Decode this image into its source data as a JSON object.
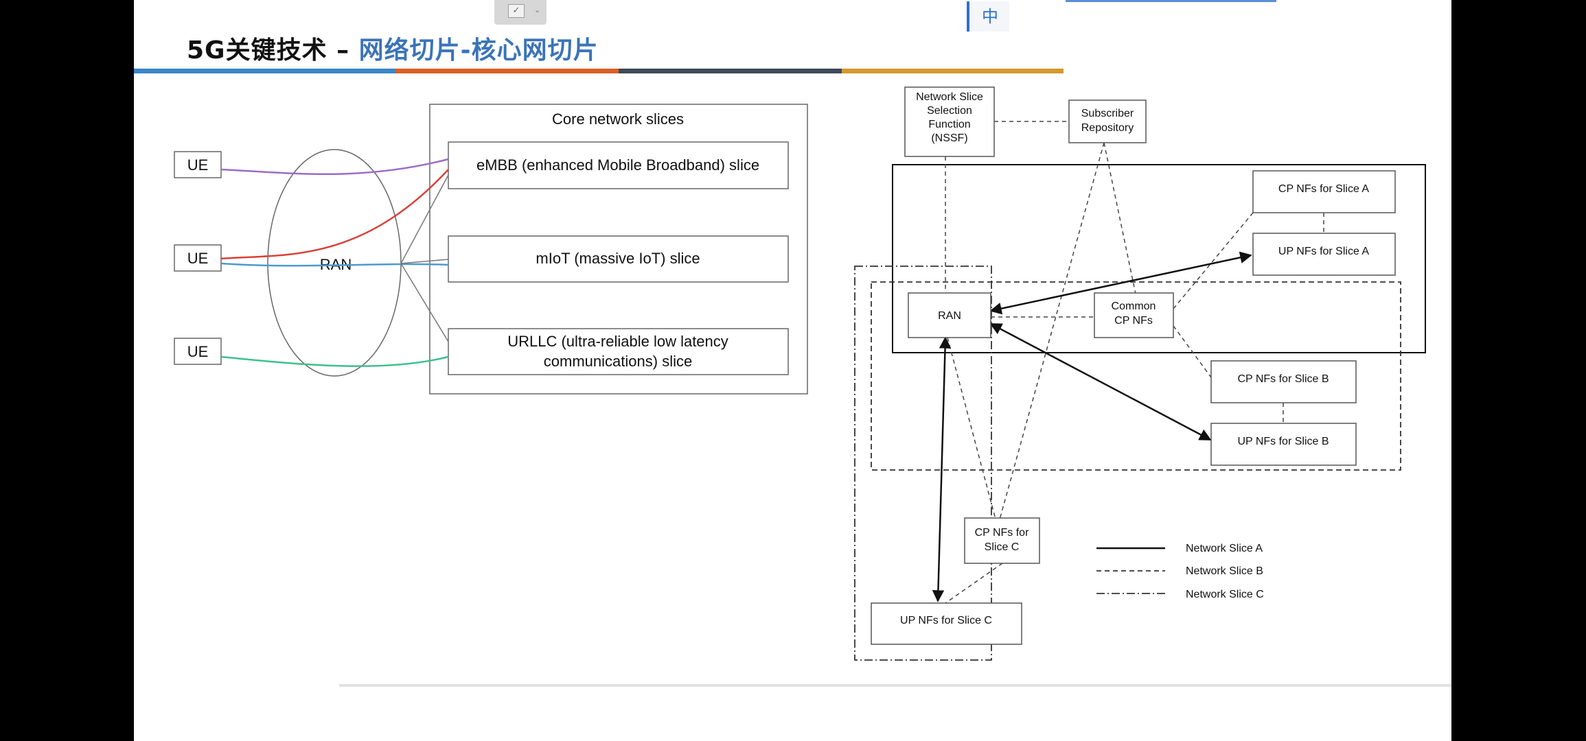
{
  "title": {
    "prefix": "5G关键技术 – ",
    "highlight": "网络切片-核心网切片"
  },
  "toolbar": {
    "ime_label": "中"
  },
  "colors": {
    "title_blue": "#3a74b8",
    "stripe": [
      "#3a86c8",
      "#d95f27",
      "#3d4a5c",
      "#d39a2e"
    ],
    "ue1_line": "#9b6bc6",
    "ue2_line_red": "#d9403a",
    "ue2_line_blue": "#4a9ad0",
    "ue3_line": "#3dbf8f"
  },
  "left_diagram": {
    "core_title": "Core network slices",
    "ran_label": "RAN",
    "ues": [
      "UE",
      "UE",
      "UE"
    ],
    "slices": [
      {
        "line1": "eMBB (enhanced Mobile Broadband) slice"
      },
      {
        "line1": "mIoT (massive IoT) slice"
      },
      {
        "line1": "URLLC (ultra-reliable low latency",
        "line2": "communications) slice"
      }
    ]
  },
  "right_diagram": {
    "nodes": {
      "nssf": [
        "Network Slice",
        "Selection",
        "Function",
        "(NSSF)"
      ],
      "subscriber": [
        "Subscriber",
        "Repository"
      ],
      "cp_a": "CP NFs for Slice A",
      "up_a": "UP NFs for Slice A",
      "ran": "RAN",
      "common_cp": [
        "Common",
        "CP NFs"
      ],
      "cp_b": "CP NFs for Slice B",
      "up_b": "UP NFs for Slice B",
      "cp_c": [
        "CP NFs for",
        "Slice C"
      ],
      "up_c": "UP NFs for Slice C"
    },
    "legend": [
      "Network Slice A",
      "Network Slice B",
      "Network Slice C"
    ]
  }
}
